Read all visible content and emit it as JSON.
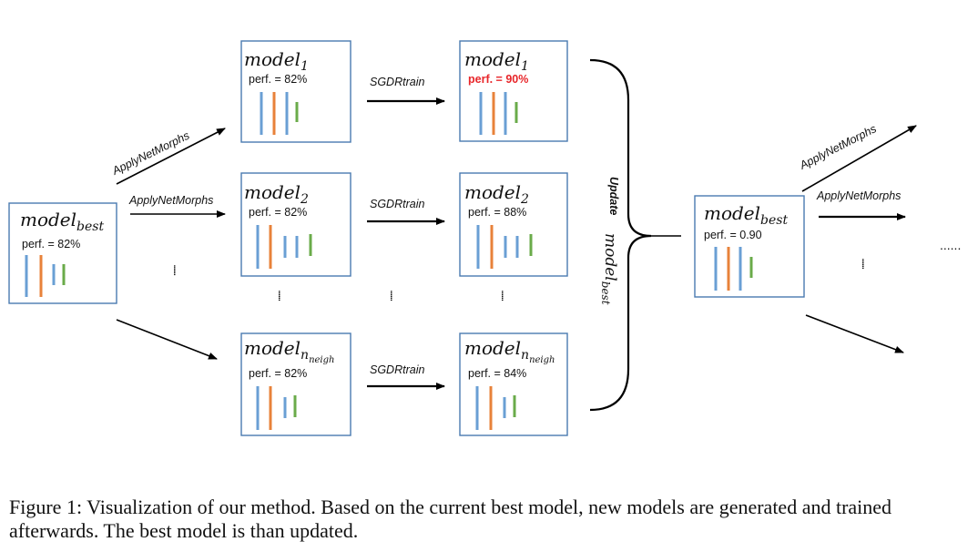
{
  "colors": {
    "box_border": "#4a7ab0",
    "bar_blue": "#6a9fd4",
    "bar_orange": "#e8823a",
    "bar_green": "#6aab4a",
    "highlight_red": "#e8262a"
  },
  "nodes": {
    "best_in": {
      "name": "model",
      "sub": "best",
      "perf": "perf. = 82%"
    },
    "m1_pre": {
      "name": "model",
      "sub": "1",
      "perf": "perf. = 82%"
    },
    "m2_pre": {
      "name": "model",
      "sub": "2",
      "perf": "perf. = 82%"
    },
    "mn_pre": {
      "name": "model",
      "sub": "n",
      "subsub": "neigh",
      "perf": "perf. = 82%"
    },
    "m1_post": {
      "name": "model",
      "sub": "1",
      "perf": "perf. = 90%",
      "highlight": true
    },
    "m2_post": {
      "name": "model",
      "sub": "2",
      "perf": "perf. = 88%"
    },
    "mn_post": {
      "name": "model",
      "sub": "n",
      "subsub": "neigh",
      "perf": "perf. = 84%"
    },
    "best_out": {
      "name": "model",
      "sub": "best",
      "perf": "perf. = 0.90"
    }
  },
  "edge_labels": {
    "morph": "ApplyNetMorphs",
    "train": "SGDRtrain"
  },
  "update": {
    "word": "Update",
    "name": "model",
    "sub": "best"
  },
  "ellipsis_dots": "......",
  "caption": "Figure 1: Visualization of our method. Based on the current best model, new models are generated and trained afterwards. The best model is than updated."
}
